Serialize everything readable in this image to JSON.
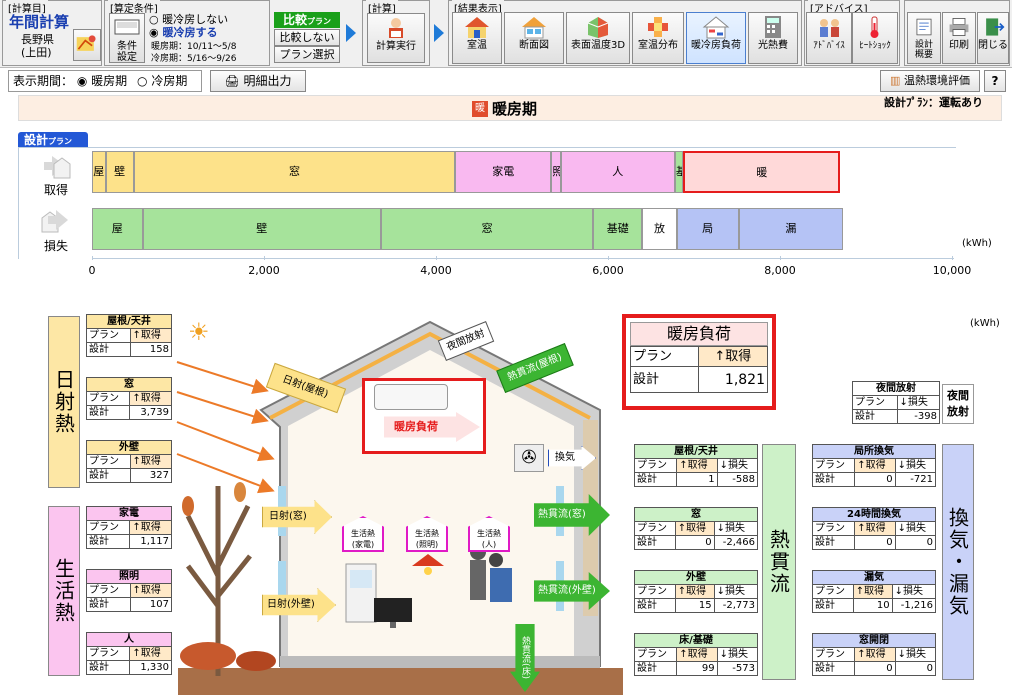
{
  "header": {
    "groups": {
      "calc_target": "[計算目]",
      "conditions": "[算定条件]",
      "calc": "[計算]",
      "results": "[結果表示]",
      "advice": "[アドバイス]"
    },
    "annual_calc": "年間計算",
    "region_line1": "長野県",
    "region_line2": "(上田)",
    "conditions_button": "条件\n設定",
    "radio_no_ac": "暖冷房しない",
    "radio_ac": "暖冷房する",
    "heating_period": "暖房期：10/11～5/8",
    "cooling_period": "冷房期：5/16～9/26",
    "compare_badge": "比較",
    "compare_badge_sub": "プラン",
    "compare_no": "比較しない",
    "plan_select": "プラン選択",
    "calc_run": "計算実行",
    "result_buttons": [
      "室温",
      "断面図",
      "表面温度3D",
      "室温分布",
      "暖冷房負荷",
      "光熱費"
    ],
    "advice_buttons": [
      "ｱﾄﾞﾊﾞｲｽ",
      "ﾋｰﾄｼｮｯｸ"
    ],
    "right_buttons": [
      "設計\n概要",
      "印刷",
      "閉じる"
    ]
  },
  "toolbar2": {
    "period_label": "表示期間：",
    "heating": "暖房期",
    "cooling": "冷房期",
    "detail_output": "明細出力",
    "thermal_eval": "温熱環境評価",
    "help": "?"
  },
  "banner": {
    "badge": "暖",
    "title": "暖房期",
    "design_plan": "設計ﾌﾟﾗﾝ：運転あり"
  },
  "chart_data": {
    "type": "bar",
    "orientation": "horizontal-stacked",
    "plan_tab": "設計",
    "plan_tab_sub": "プラン",
    "unit": "(kWh)",
    "xlim": [
      0,
      10000
    ],
    "ticks": [
      "0",
      "2,000",
      "4,000",
      "6,000",
      "8,000",
      "10,000"
    ],
    "rows": [
      {
        "label": "取得",
        "segments": [
          {
            "name": "屋",
            "value": 158,
            "color": "#fde28a"
          },
          {
            "name": "壁",
            "value": 327,
            "color": "#fde28a"
          },
          {
            "name": "窓",
            "value": 3739,
            "color": "#fde28a"
          },
          {
            "name": "家電",
            "value": 1117,
            "color": "#f9b9f0"
          },
          {
            "name": "照明",
            "value": 107,
            "color": "#f9b9f0"
          },
          {
            "name": "人",
            "value": 1330,
            "color": "#f9b9f0"
          },
          {
            "name": "基礎",
            "value": 99,
            "color": "#a6e39b"
          },
          {
            "name": "暖",
            "value": 1821,
            "color": "#ffd9d9"
          }
        ]
      },
      {
        "label": "損失",
        "segments": [
          {
            "name": "屋",
            "value": 588,
            "color": "#a6e39b"
          },
          {
            "name": "壁",
            "value": 2773,
            "color": "#a6e39b"
          },
          {
            "name": "窓",
            "value": 2466,
            "color": "#a6e39b"
          },
          {
            "name": "基礎",
            "value": 573,
            "color": "#a6e39b"
          },
          {
            "name": "放",
            "value": 398,
            "color": "#ffffff"
          },
          {
            "name": "局",
            "value": 721,
            "color": "#b5c3f5"
          },
          {
            "name": "漏",
            "value": 1216,
            "color": "#b5c3f5"
          }
        ]
      }
    ]
  },
  "diagram": {
    "unit": "(kWh)",
    "solar_label": "日射熱",
    "life_label": "生活熱",
    "thermal_label": "熱貫流",
    "vent_label": "換気・漏気",
    "col_plan": "プラン",
    "col_gain": "↑取得",
    "col_loss": "↓損失",
    "row_design": "設計",
    "solar_tables": [
      {
        "title": "屋根/天井",
        "gain": "158"
      },
      {
        "title": "窓",
        "gain": "3,739"
      },
      {
        "title": "外壁",
        "gain": "327"
      }
    ],
    "life_tables": [
      {
        "title": "家電",
        "gain": "1,117"
      },
      {
        "title": "照明",
        "gain": "107"
      },
      {
        "title": "人",
        "gain": "1,330"
      }
    ],
    "thermal_tables": [
      {
        "title": "屋根/天井",
        "gain": "1",
        "loss": "-588"
      },
      {
        "title": "窓",
        "gain": "0",
        "loss": "-2,466"
      },
      {
        "title": "外壁",
        "gain": "15",
        "loss": "-2,773"
      },
      {
        "title": "床/基礎",
        "gain": "99",
        "loss": "-573"
      }
    ],
    "vent_tables": [
      {
        "title": "局所換気",
        "gain": "0",
        "loss": "-721"
      },
      {
        "title": "24時間換気",
        "gain": "0",
        "loss": "0"
      },
      {
        "title": "漏気",
        "gain": "10",
        "loss": "-1,216"
      },
      {
        "title": "窓開閉",
        "gain": "0",
        "loss": "0"
      }
    ],
    "night_table": {
      "title": "夜間放射",
      "loss": "-398"
    },
    "night_label": "夜間\n放射",
    "heating_load": {
      "title": "暖房負荷",
      "value": "1,821"
    },
    "house_labels": {
      "night_rad": "夜間放射",
      "roof_thermal": "熱貫流(屋根)",
      "solar_roof": "日射(屋根)",
      "load": "暖房負荷",
      "vent": "換気",
      "solar_window": "日射(窓)",
      "window_thermal": "熱貫流(窓)",
      "solar_wall": "日射(外壁)",
      "wall_thermal": "熱貫流(外壁)",
      "floor_thermal": "熱貫流(床)",
      "life_appliance": "生活熱\n(家電)",
      "life_light": "生活熱\n(照明)",
      "life_person": "生活熱\n(人)"
    }
  }
}
